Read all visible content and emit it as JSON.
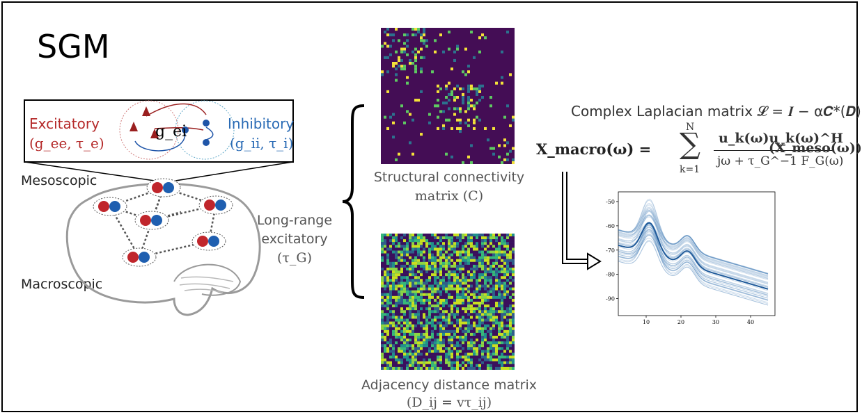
{
  "title": "SGM",
  "mesoscopic_label": "Mesoscopic",
  "macroscopic_label": "Macroscopic",
  "excitatory": {
    "label": "Excitatory",
    "params": "(g_ee, τ_e)",
    "color": "#b52a2a"
  },
  "inhibitory": {
    "label": "Inhibitory",
    "params": "(g_ii, τ_i)",
    "color": "#2a6bb5"
  },
  "coupling_label": "g_ei",
  "long_range": {
    "line1": "Long-range",
    "line2": "excitatory",
    "line3": "(τ_G)"
  },
  "sc_matrix": {
    "line1": "Structural connectivity",
    "line2": "matrix (C)"
  },
  "dist_matrix": {
    "line1": "Adjacency distance matrix",
    "line2": "(D_ij = vτ_ij)"
  },
  "laplacian_text": "Complex Laplacian matrix 𝓛 = 𝑰 − α𝑪*(𝑫)",
  "equation": {
    "lhs": "X_macro(ω) =",
    "sum_top": "N",
    "sum_bottom": "k=1",
    "numerator": "u_k(ω)u_k(ω)^H",
    "denominator": "jω + τ_G^−1 F_G(ω)",
    "rhs": "(X_meso(ω))"
  },
  "spectrum_chart": {
    "x_ticks": [
      "10",
      "20",
      "30",
      "40"
    ],
    "y_ticks": [
      "-50",
      "-60",
      "-70",
      "-80",
      "-90"
    ]
  },
  "colors": {
    "excitatory": "#b52a2a",
    "inhibitory": "#2a6bb5",
    "matrix_bg": "#3b0f5c",
    "line": "#2f6fb0"
  }
}
